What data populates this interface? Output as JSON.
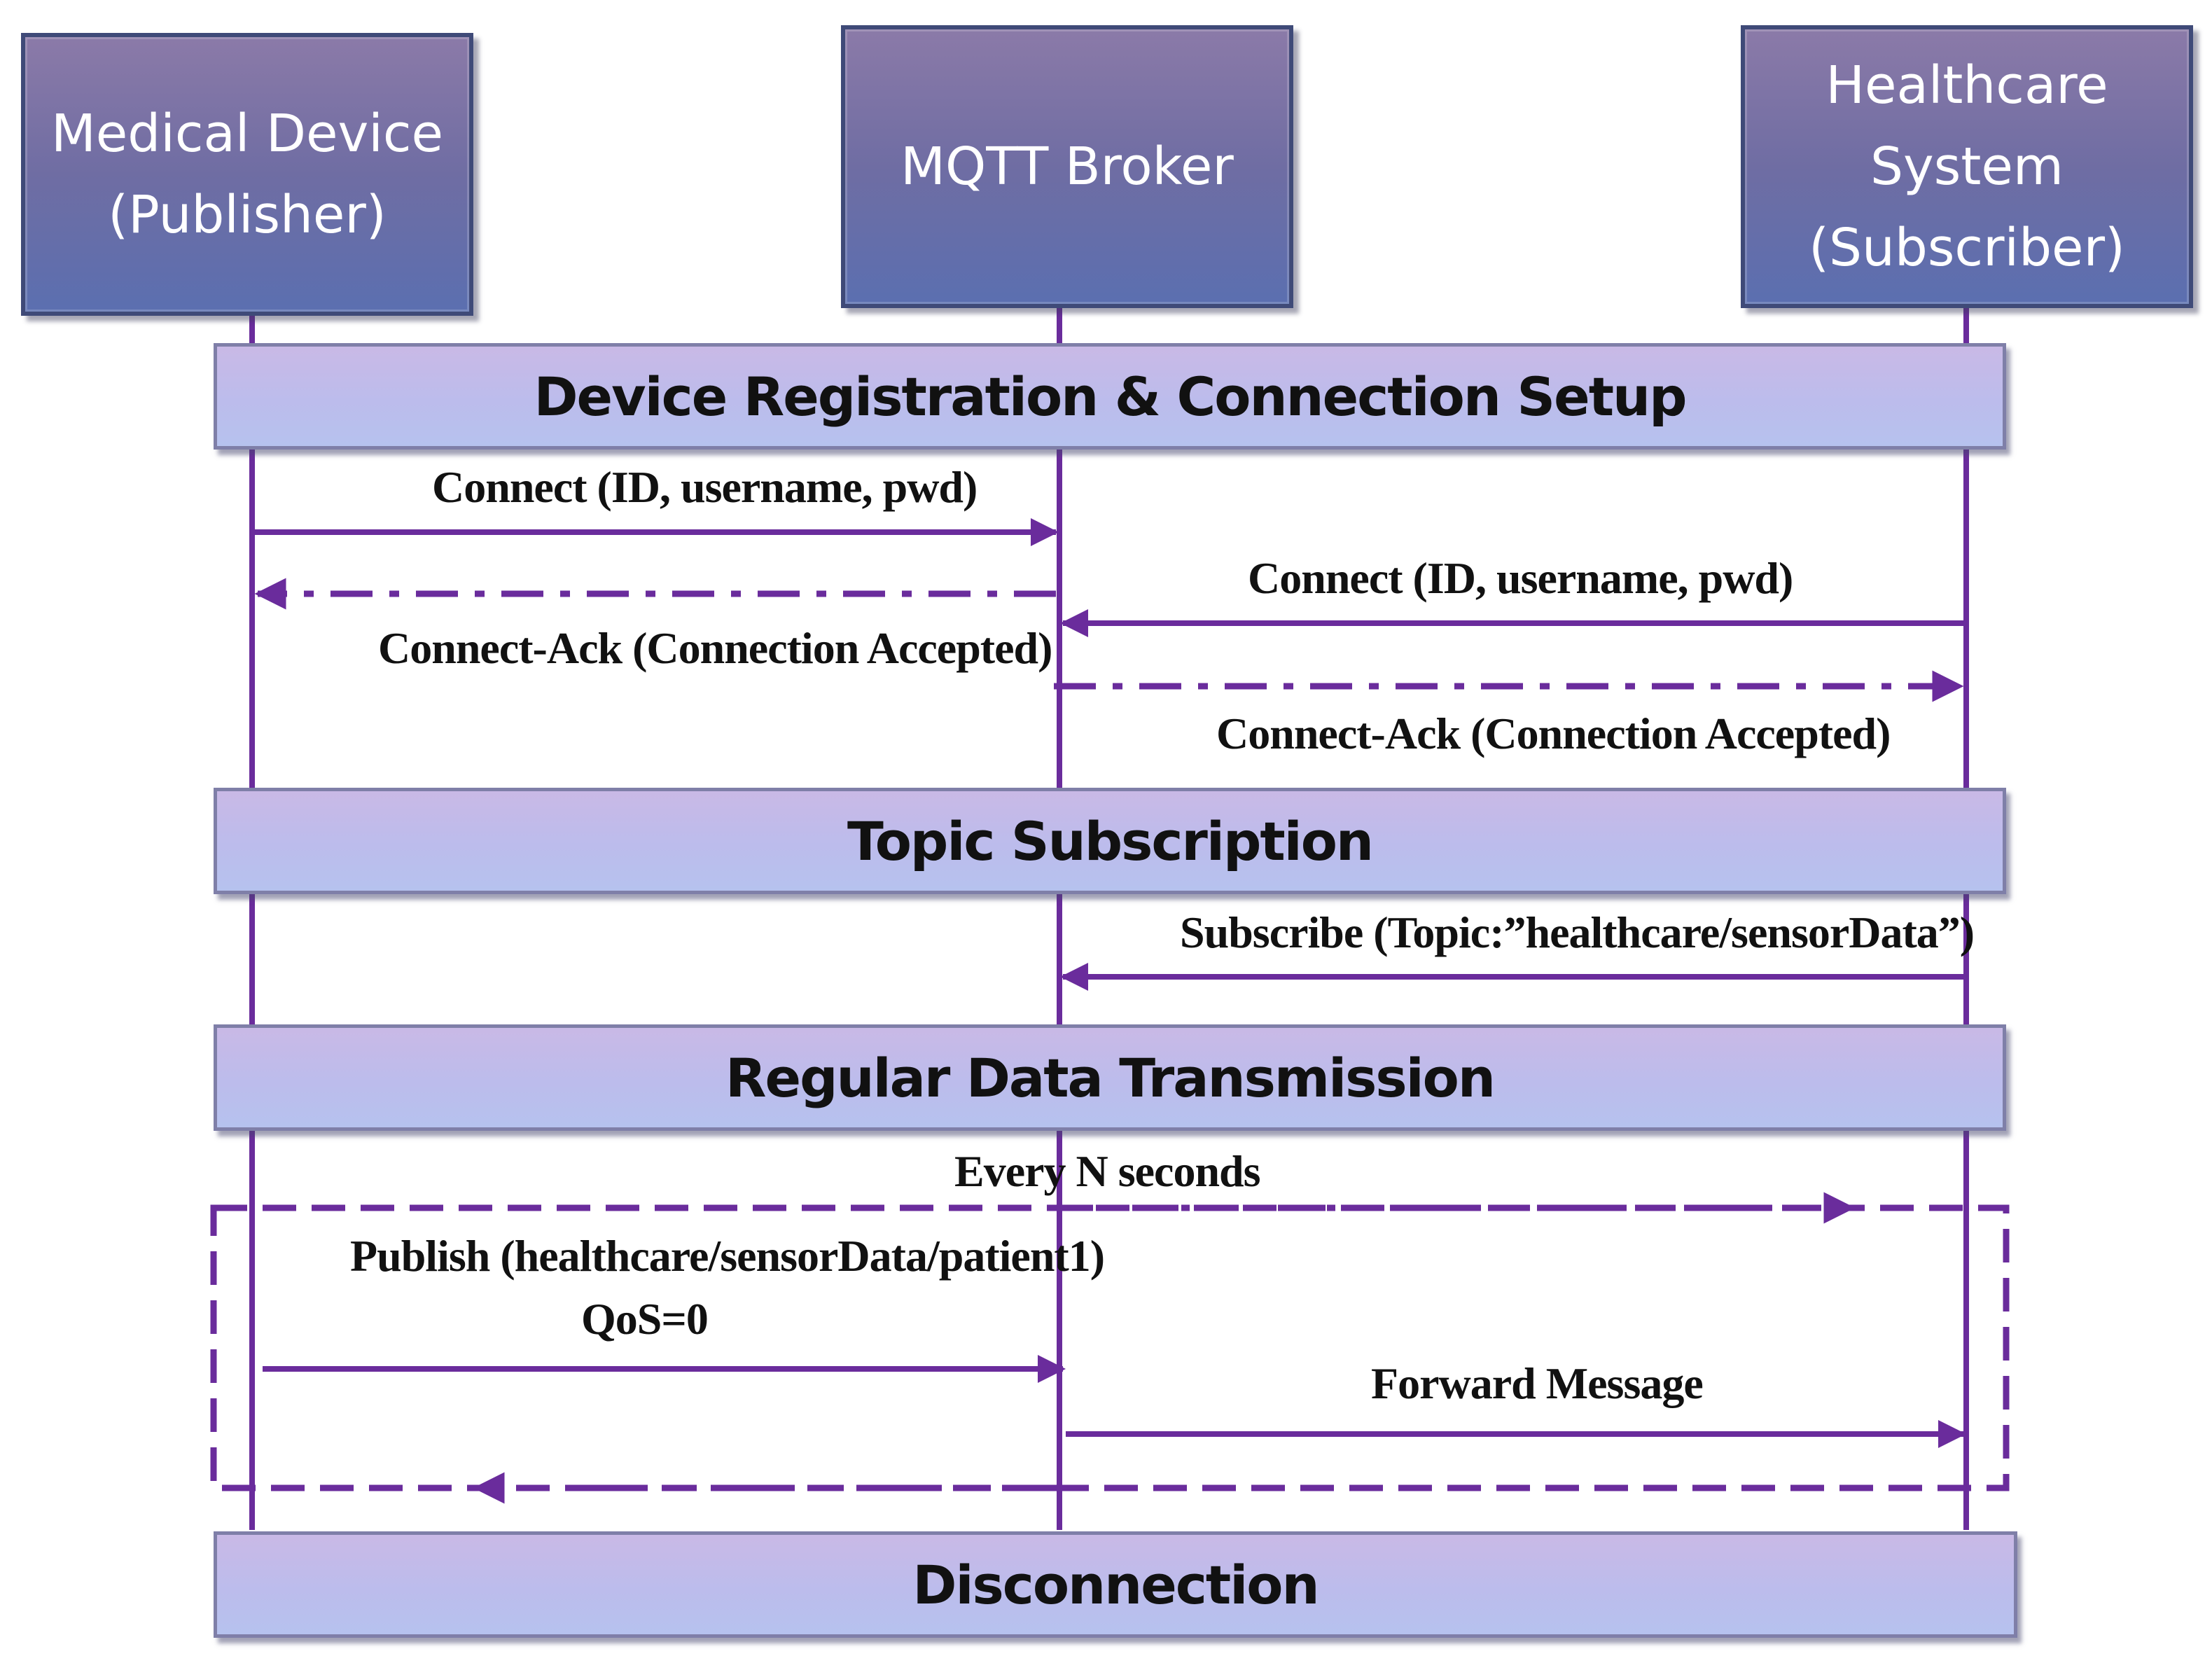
{
  "actors": {
    "device": {
      "line1": "Medical Device",
      "line2": "(Publisher)"
    },
    "broker": {
      "line1": "MQTT Broker"
    },
    "system": {
      "line1": "Healthcare System",
      "line2": "(Subscriber)"
    }
  },
  "phases": {
    "registration": "Device Registration & Connection Setup",
    "subscription": "Topic Subscription",
    "transmission": "Regular Data Transmission",
    "disconnection": "Disconnection"
  },
  "messages": {
    "device_connect": "Connect (ID, username, pwd)",
    "device_connack": "Connect-Ack (Connection Accepted)",
    "system_connect": "Connect (ID, username, pwd)",
    "system_connack": "Connect-Ack (Connection Accepted)",
    "subscribe": "Subscribe (Topic:”healthcare/sensorData”)",
    "loop_label": "Every N seconds",
    "publish_line1": "Publish (healthcare/sensorData/patient1)",
    "publish_line2": "QoS=0",
    "forward": "Forward Message"
  },
  "colors": {
    "line": "#6a2c9c",
    "actor_fill": "#6f6da3",
    "phase_fill": "#bcbcec"
  }
}
